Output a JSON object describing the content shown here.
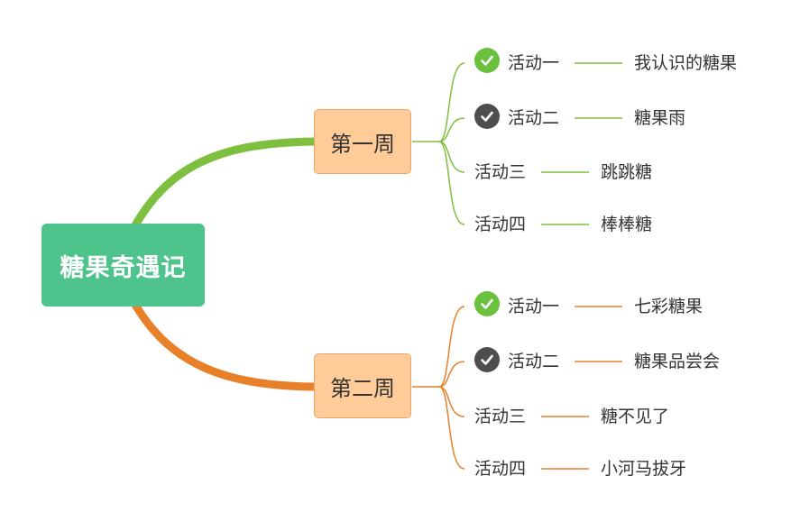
{
  "root": {
    "title": "糖果奇遇记"
  },
  "colors": {
    "root": "#4ec38b",
    "week_fill": "#ffcc99",
    "week1_branch": "#7fbf3f",
    "week2_branch": "#e8802a",
    "check_done": "#6ac13d",
    "check_pending": "#4e4e4e"
  },
  "weeks": [
    {
      "title": "第一周",
      "activities": [
        {
          "name": "活动一",
          "topic": "我认识的糖果",
          "status_icon": "check-done-icon"
        },
        {
          "name": "活动二",
          "topic": "糖果雨",
          "status_icon": "check-pending-icon"
        },
        {
          "name": "活动三",
          "topic": "跳跳糖",
          "status_icon": ""
        },
        {
          "name": "活动四",
          "topic": "棒棒糖",
          "status_icon": ""
        }
      ]
    },
    {
      "title": "第二周",
      "activities": [
        {
          "name": "活动一",
          "topic": "七彩糖果",
          "status_icon": "check-done-icon"
        },
        {
          "name": "活动二",
          "topic": "糖果品尝会",
          "status_icon": "check-pending-icon"
        },
        {
          "name": "活动三",
          "topic": "糖不见了",
          "status_icon": ""
        },
        {
          "name": "活动四",
          "topic": "小河马拔牙",
          "status_icon": ""
        }
      ]
    }
  ]
}
